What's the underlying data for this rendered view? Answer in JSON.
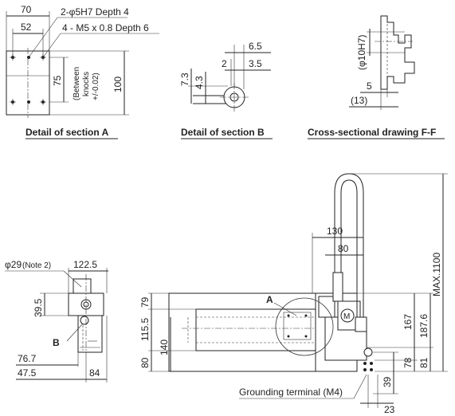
{
  "section_a": {
    "caption": "Detail of section A",
    "dims": [
      "70",
      "52",
      "75",
      "100"
    ],
    "note_pin": "2-φ5H7 Depth 4",
    "note_screw": "4 - M5 x 0.8 Depth 6",
    "between_knocks": [
      "(Between",
      "knocks",
      "+/-0.02)"
    ]
  },
  "section_b": {
    "caption": "Detail of section B",
    "dims": [
      "6.5",
      "3.5",
      "2",
      "7.3",
      "4.3"
    ]
  },
  "section_f": {
    "caption": "Cross-sectional drawing F-F",
    "dims": [
      "(φ10H7)",
      "5",
      "(13)"
    ]
  },
  "side_view": {
    "dims": [
      "φ29",
      "(Note 2)",
      "122.5",
      "39.5",
      "76.7",
      "47.5",
      "84"
    ],
    "label_b": "B"
  },
  "front_view": {
    "dims": [
      "130",
      "80",
      "MAX.1100",
      "79",
      "115.5",
      "140",
      "80",
      "167",
      "187.6",
      "78",
      "81",
      "39",
      "23"
    ],
    "label_a": "A",
    "motor_label": "M",
    "grounding": "Grounding terminal (M4)"
  }
}
